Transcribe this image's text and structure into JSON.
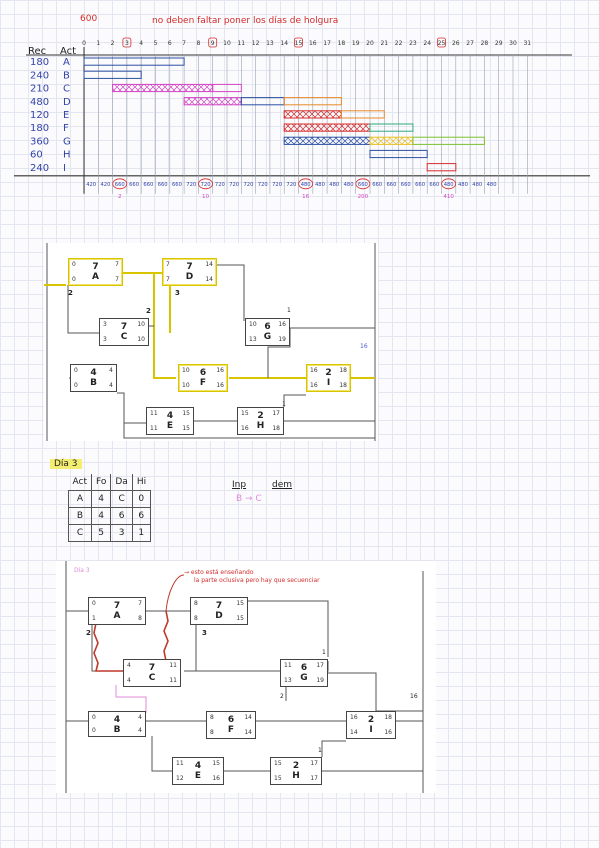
{
  "gantt": {
    "top_value": "600",
    "title": "no deben faltar poner los días de holgura",
    "col_headers": {
      "recursos": "Rec",
      "actividades": "Act"
    },
    "days": [
      "0",
      "1",
      "2",
      "3",
      "4",
      "5",
      "6",
      "7",
      "8",
      "9",
      "10",
      "11",
      "12",
      "13",
      "14",
      "15",
      "16",
      "17",
      "18",
      "19",
      "20",
      "21",
      "22",
      "23",
      "24",
      "25",
      "26",
      "27",
      "28",
      "29",
      "30",
      "31"
    ],
    "circled_days": [
      "3",
      "9",
      "15",
      "25"
    ],
    "rows": [
      {
        "resource": "180",
        "activity": "A"
      },
      {
        "resource": "240",
        "activity": "B"
      },
      {
        "resource": "210",
        "activity": "C"
      },
      {
        "resource": "480",
        "activity": "D"
      },
      {
        "resource": "120",
        "activity": "E"
      },
      {
        "resource": "180",
        "activity": "F"
      },
      {
        "resource": "360",
        "activity": "G"
      },
      {
        "resource": "60",
        "activity": "H"
      },
      {
        "resource": "240",
        "activity": "I"
      }
    ],
    "bars": [
      {
        "row": 0,
        "start": 0,
        "end": 7,
        "color": "#2c4fa3",
        "hatched": false
      },
      {
        "row": 1,
        "start": 0,
        "end": 4,
        "color": "#2c4fa3",
        "hatched": false
      },
      {
        "row": 2,
        "start": 2,
        "end": 9,
        "color": "#d444c4",
        "hatched": true
      },
      {
        "row": 2,
        "start": 9,
        "end": 11,
        "color": "#d444c4",
        "hatched": false
      },
      {
        "row": 3,
        "start": 7,
        "end": 11,
        "color": "#d444c4",
        "hatched": true
      },
      {
        "row": 3,
        "start": 11,
        "end": 14,
        "color": "#2c4fa3",
        "hatched": false
      },
      {
        "row": 3,
        "start": 14,
        "end": 18,
        "color": "#e88a2a",
        "hatched": false
      },
      {
        "row": 4,
        "start": 14,
        "end": 18,
        "color": "#d62b2b",
        "hatched": true
      },
      {
        "row": 4,
        "start": 18,
        "end": 21,
        "color": "#e88a2a",
        "hatched": false
      },
      {
        "row": 5,
        "start": 14,
        "end": 20,
        "color": "#d62b2b",
        "hatched": true
      },
      {
        "row": 5,
        "start": 20,
        "end": 23,
        "color": "#2faa7a",
        "hatched": false
      },
      {
        "row": 6,
        "start": 14,
        "end": 20,
        "color": "#2c4fa3",
        "hatched": true
      },
      {
        "row": 6,
        "start": 20,
        "end": 23,
        "color": "#e8c020",
        "hatched": true
      },
      {
        "row": 6,
        "start": 23,
        "end": 28,
        "color": "#7dc030",
        "hatched": false
      },
      {
        "row": 7,
        "start": 20,
        "end": 24,
        "color": "#2c4fa3",
        "hatched": false
      },
      {
        "row": 8,
        "start": 24,
        "end": 26,
        "color": "#d62b2b",
        "hatched": false
      }
    ],
    "usage": [
      "420",
      "420",
      "660",
      "660",
      "660",
      "660",
      "660",
      "720",
      "720",
      "720",
      "720",
      "720",
      "720",
      "720",
      "720",
      "480",
      "480",
      "480",
      "480",
      "660",
      "660",
      "660",
      "660",
      "660",
      "660",
      "480",
      "480",
      "480",
      "480"
    ],
    "circled_usage": [
      "660",
      "720",
      "480",
      "660",
      "480"
    ],
    "usage_notes": [
      "2",
      "10",
      "16",
      "200",
      "410"
    ]
  },
  "network1": {
    "nodes": [
      {
        "id": "A",
        "dur": "7",
        "es": "0",
        "ef": "7",
        "ls": "0",
        "lf": "7",
        "critical": true
      },
      {
        "id": "D",
        "dur": "7",
        "es": "7",
        "ef": "14",
        "ls": "7",
        "lf": "14",
        "critical": true
      },
      {
        "id": "C",
        "dur": "7",
        "es": "3",
        "ef": "10",
        "ls": "3",
        "lf": "10",
        "critical": false
      },
      {
        "id": "G",
        "dur": "6",
        "es": "10",
        "ef": "16",
        "ls": "13",
        "lf": "19",
        "critical": false
      },
      {
        "id": "B",
        "dur": "4",
        "es": "0",
        "ef": "4",
        "ls": "0",
        "lf": "4",
        "critical": false
      },
      {
        "id": "F",
        "dur": "6",
        "es": "10",
        "ef": "16",
        "ls": "10",
        "lf": "16",
        "critical": true
      },
      {
        "id": "I",
        "dur": "2",
        "es": "16",
        "ef": "18",
        "ls": "16",
        "lf": "18",
        "critical": true
      },
      {
        "id": "E",
        "dur": "4",
        "es": "11",
        "ef": "15",
        "ls": "11",
        "lf": "15",
        "critical": false
      },
      {
        "id": "H",
        "dur": "2",
        "es": "15",
        "ef": "17",
        "ls": "16",
        "lf": "18",
        "critical": false
      }
    ],
    "slack_labels": [
      "2",
      "2",
      "3",
      "1",
      "1"
    ],
    "side_note": "16"
  },
  "day_table": {
    "title": "Día 3",
    "headers": [
      "Act",
      "Fo",
      "Da",
      "Hi"
    ],
    "rows": [
      [
        "A",
        "4",
        "C",
        "0"
      ],
      [
        "B",
        "4",
        "6",
        "6"
      ],
      [
        "C",
        "5",
        "3",
        "1"
      ]
    ],
    "side_label_1": "Inp",
    "side_label_2": "dem",
    "side_expr": "B → C"
  },
  "network2": {
    "title": "Día 3",
    "annotation_line1": "→ esto está enseñando",
    "annotation_line2": "la parte oclusiva pero hay que secuenciar",
    "nodes": [
      {
        "id": "A",
        "dur": "7",
        "es": "0",
        "ef": "7",
        "ls": "1",
        "lf": "8"
      },
      {
        "id": "D",
        "dur": "7",
        "es": "8",
        "ef": "15",
        "ls": "8",
        "lf": "15"
      },
      {
        "id": "C",
        "dur": "7",
        "es": "4",
        "ef": "11",
        "ls": "4",
        "lf": "11"
      },
      {
        "id": "G",
        "dur": "6",
        "es": "11",
        "ef": "17",
        "ls": "13",
        "lf": "19"
      },
      {
        "id": "B",
        "dur": "4",
        "es": "0",
        "ef": "4",
        "ls": "0",
        "lf": "4"
      },
      {
        "id": "F",
        "dur": "6",
        "es": "8",
        "ef": "14",
        "ls": "8",
        "lf": "14"
      },
      {
        "id": "I",
        "dur": "2",
        "es": "16",
        "ef": "18",
        "ls": "14",
        "lf": "16"
      },
      {
        "id": "E",
        "dur": "4",
        "es": "11",
        "ef": "15",
        "ls": "12",
        "lf": "16"
      },
      {
        "id": "H",
        "dur": "2",
        "es": "15",
        "ef": "17",
        "ls": "15",
        "lf": "17"
      }
    ],
    "slack_labels": [
      "2",
      "3",
      "1",
      "2",
      "1"
    ],
    "side_note": "16"
  }
}
